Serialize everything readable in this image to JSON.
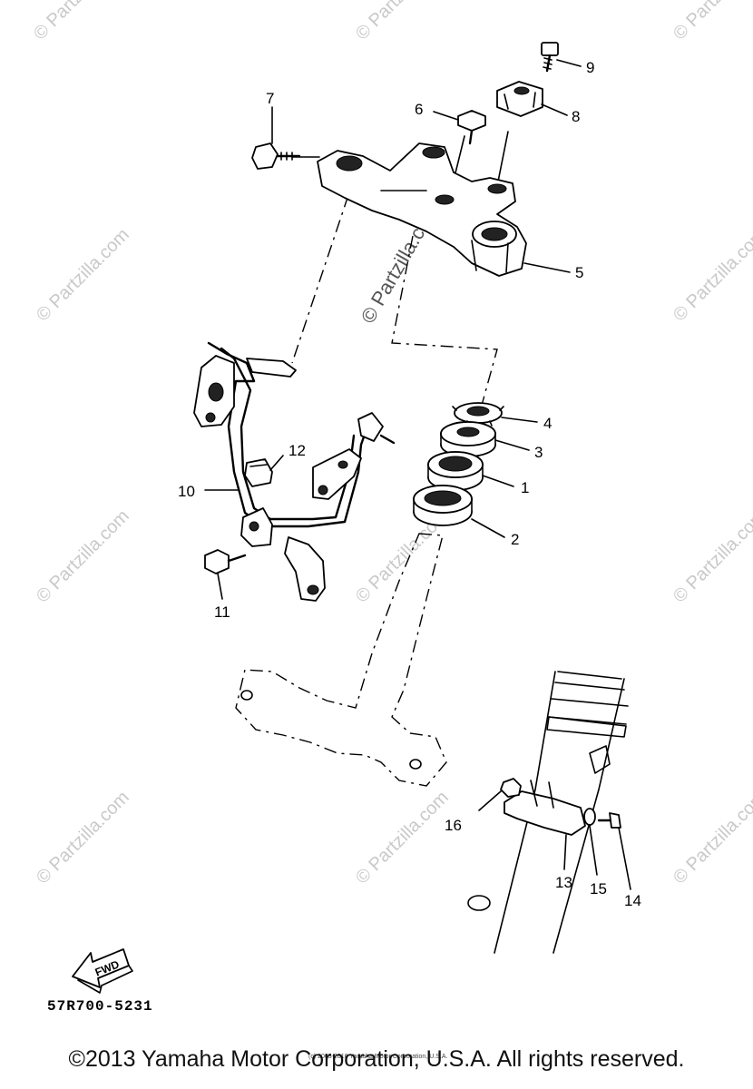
{
  "watermark": "© Partzilla.com",
  "center_watermark": "© Partzilla.com",
  "callouts": {
    "p1": "1",
    "p2": "2",
    "p3": "3",
    "p4": "4",
    "p5": "5",
    "p6": "6",
    "p7": "7",
    "p8": "8",
    "p9": "9",
    "p10": "10",
    "p11": "11",
    "p12": "12",
    "p13": "13",
    "p14": "14",
    "p15": "15",
    "p16": "16"
  },
  "fwd_label": "FWD",
  "diagram_code": "57R700-5231",
  "small_copyright": "(c) 2005-2016 Yamaha Motor Corporation, U.S.A.",
  "footer": "©2013 Yamaha Motor Corporation, U.S.A. All rights reserved."
}
